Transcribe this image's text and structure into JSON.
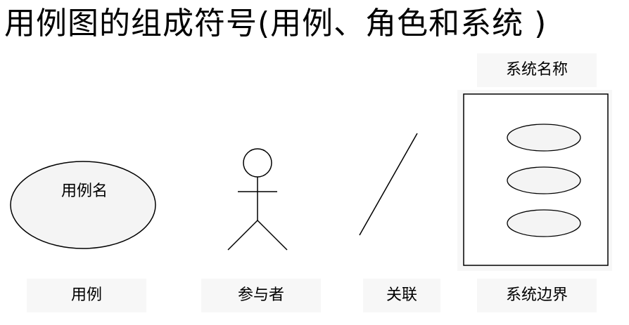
{
  "title": "用例图的组成符号(用例、角色和系统 )",
  "symbols": {
    "use_case": {
      "inner_text": "用例名",
      "caption": "用例"
    },
    "actor": {
      "caption": "参与者"
    },
    "association": {
      "caption": "关联"
    },
    "system_boundary": {
      "name": "系统名称",
      "caption": "系统边界"
    }
  }
}
